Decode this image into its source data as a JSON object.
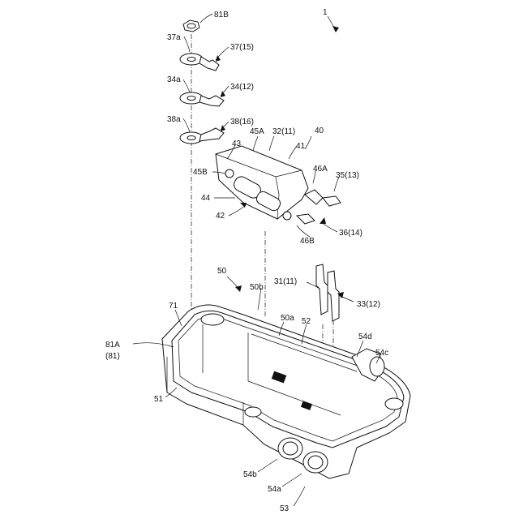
{
  "labels": {
    "l1": "1",
    "l81B": "81B",
    "l37a": "37a",
    "l37_15": "37(15)",
    "l34a": "34a",
    "l34_12": "34(12)",
    "l38a": "38a",
    "l38_16": "38(16)",
    "l45A": "45A",
    "l32_11": "32(11)",
    "l40": "40",
    "l43": "43",
    "l41": "41",
    "l45B": "45B",
    "l46A": "46A",
    "l35_13": "35(13)",
    "l44": "44",
    "l42": "42",
    "l36_14": "36(14)",
    "l46B": "46B",
    "l50": "50",
    "l31_11": "31(11)",
    "l50b": "50b",
    "l33_12": "33(12)",
    "l71": "71",
    "l50a": "50a",
    "l52": "52",
    "l81A": "81A",
    "l81": "(81)",
    "l54d": "54d",
    "l54c": "54c",
    "l51": "51",
    "l54b": "54b",
    "l54a": "54a",
    "l53": "53"
  }
}
